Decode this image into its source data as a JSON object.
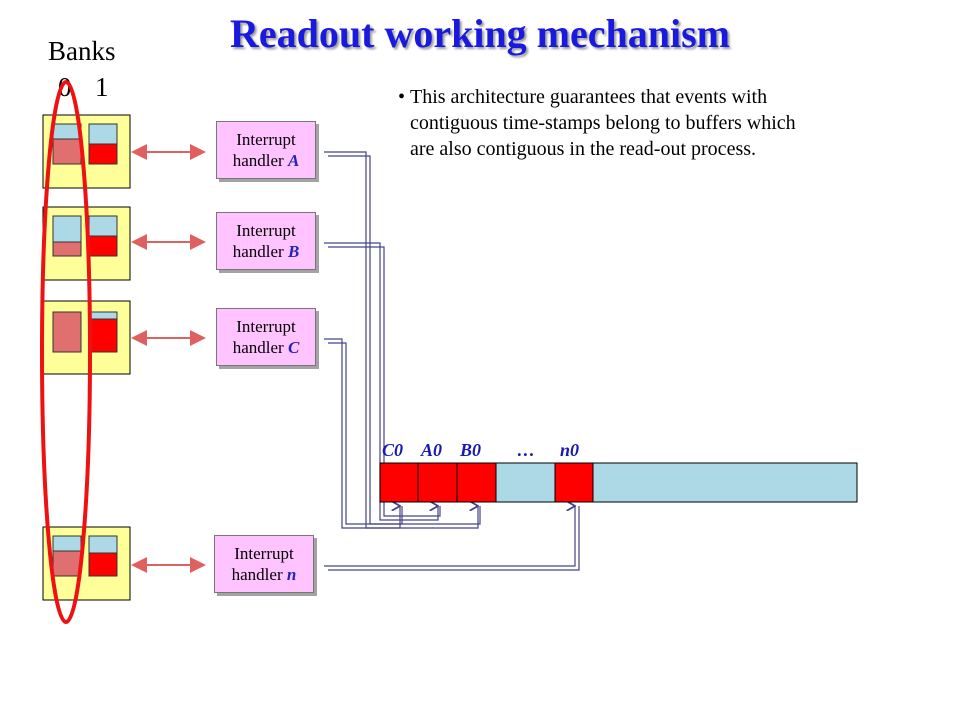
{
  "title": "Readout working mechanism",
  "banks": {
    "label": "Banks",
    "numbers": [
      "0",
      "1"
    ]
  },
  "bullet": {
    "marker": "•",
    "text": "This architecture guarantees that events with contiguous time-stamps belong to buffers which are also contiguous in the read-out process."
  },
  "handlers": [
    {
      "line1": "Interrupt",
      "prefix": "handler",
      "letter": "A"
    },
    {
      "line1": "Interrupt",
      "prefix": "handler",
      "letter": "B"
    },
    {
      "line1": "Interrupt",
      "prefix": "handler",
      "letter": "C"
    },
    {
      "line1": "Interrupt",
      "prefix": "handler",
      "letter": "n"
    }
  ],
  "buffer_labels": [
    "C0",
    "A0",
    "B0",
    "…",
    "n0"
  ],
  "colors": {
    "title": "#1a1adf",
    "module_bg": "#ffff99",
    "bank_empty": "#add8e6",
    "bank_full_0": "#e07070",
    "bank_full_1": "#ff0000",
    "handler_bg": "#ffc4ff",
    "buffer_bg": "#add8e6",
    "buffer_fill": "#ff0000",
    "arrow": "#e06060",
    "wire": "#44448a",
    "highlight_ellipse": "#ee1111"
  }
}
